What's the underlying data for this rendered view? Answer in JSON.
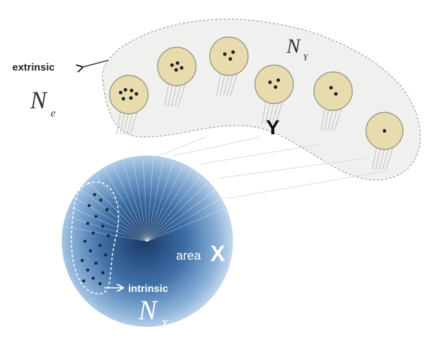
{
  "labels": {
    "extrinsic": "extrinsic",
    "intrinsic": "intrinsic",
    "n_e": "N",
    "n_e_sub": "e",
    "n_y": "N",
    "n_y_sub": "Y",
    "n_x": "N",
    "n_x_sub": "X",
    "y": "Y",
    "area_word": "area",
    "area_letter": "X"
  },
  "colors": {
    "ring_fill": "#f0f0ee",
    "ring_border": "#9a9a9a",
    "node_fill": "#e8dcae",
    "node_border": "#8a8a7a",
    "dot": "#222222",
    "area_light": "#d7e6f5",
    "area_dark": "#1a3a66",
    "ray": "#ffffff",
    "label_dark": "#222222",
    "label_light": "#ffffff"
  },
  "nodes": [
    {
      "name": "node-1",
      "dots": 6
    },
    {
      "name": "node-2",
      "dots": 4
    },
    {
      "name": "node-3",
      "dots": 3
    },
    {
      "name": "node-4",
      "dots": 3
    },
    {
      "name": "node-5",
      "dots": 2
    },
    {
      "name": "node-6",
      "dots": 1
    }
  ]
}
